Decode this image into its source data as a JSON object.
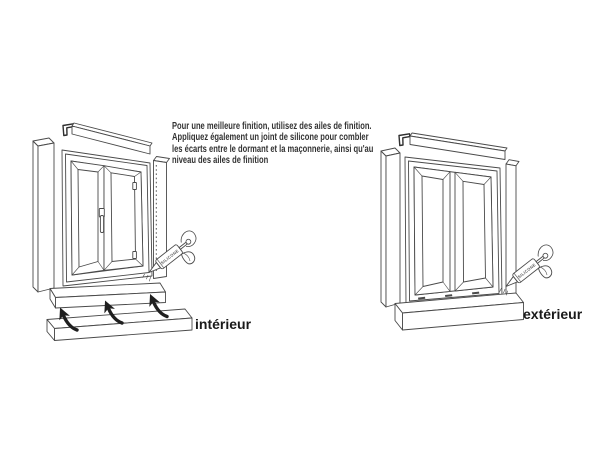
{
  "page": {
    "background": "#ffffff"
  },
  "instruction": {
    "text": "Pour une meilleure finition, utilisez des ailes de finition.\nAppliquez également un joint de silicone pour combler\nles écarts entre le dormant et la maçonnerie, ainsi qu'au\nniveau des ailes de finition"
  },
  "figures": {
    "interior": {
      "label": "intérieur",
      "cartridge_label": "SILICONE"
    },
    "exterior": {
      "label": "extérieur",
      "cartridge_label": "SILICONE"
    }
  },
  "colors": {
    "line": "#4a4a4a",
    "arrow": "#1f1f1f",
    "text": "#333333",
    "label": "#1a1a1a",
    "background": "#ffffff"
  }
}
